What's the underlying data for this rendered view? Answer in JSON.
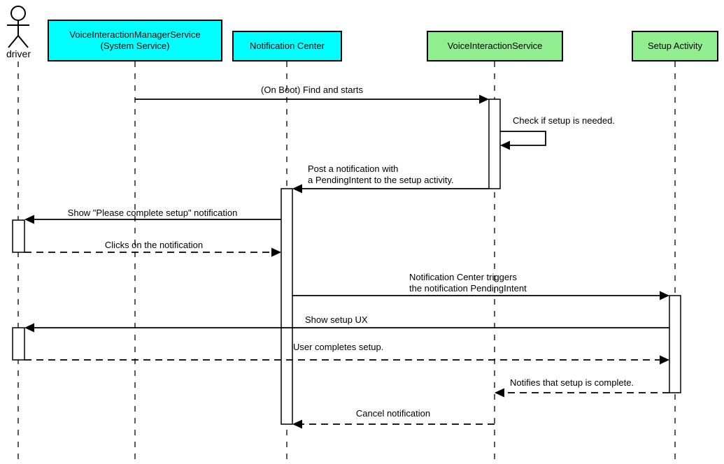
{
  "diagram": {
    "type": "uml-sequence-diagram",
    "background": "#ffffff",
    "line_color": "#000000"
  },
  "participants": [
    {
      "id": "driver",
      "label": "driver",
      "kind": "actor",
      "fill": "none"
    },
    {
      "id": "vims",
      "label": "VoiceInteractionManagerService\n(System Service)",
      "kind": "box",
      "fill": "#00ffff"
    },
    {
      "id": "notification-center",
      "label": "Notification Center",
      "kind": "box",
      "fill": "#00ffff"
    },
    {
      "id": "voice-interaction-service",
      "label": "VoiceInteractionService",
      "kind": "box",
      "fill": "#90ee90"
    },
    {
      "id": "setup-activity",
      "label": "Setup Activity",
      "kind": "box",
      "fill": "#90ee90"
    }
  ],
  "messages": [
    {
      "label": "(On Boot) Find and starts",
      "from": "VoiceInteractionManagerService (System Service)",
      "to": "VoiceInteractionService",
      "style": "solid"
    },
    {
      "label": "Check if setup is needed.",
      "from": "VoiceInteractionService",
      "to": "VoiceInteractionService",
      "style": "self"
    },
    {
      "label": "Post a notification with\na PendingIntent to the setup activity.",
      "from": "VoiceInteractionService",
      "to": "Notification Center",
      "style": "solid"
    },
    {
      "label": "Show \"Please complete setup\" notification",
      "from": "Notification Center",
      "to": "driver",
      "style": "solid"
    },
    {
      "label": "Clicks on the notification",
      "from": "driver",
      "to": "Notification Center",
      "style": "dashed"
    },
    {
      "label": "Notification Center triggers\nthe notification PendingIntent",
      "from": "Notification Center",
      "to": "Setup Activity",
      "style": "solid"
    },
    {
      "label": "Show setup UX",
      "from": "Setup Activity",
      "to": "driver",
      "style": "solid"
    },
    {
      "label": "User completes setup.",
      "from": "driver",
      "to": "Setup Activity",
      "style": "dashed"
    },
    {
      "label": "Notifies that setup is complete.",
      "from": "Setup Activity",
      "to": "VoiceInteractionService",
      "style": "dashed"
    },
    {
      "label": "Cancel notification",
      "from": "VoiceInteractionService",
      "to": "Notification Center",
      "style": "dashed"
    }
  ]
}
